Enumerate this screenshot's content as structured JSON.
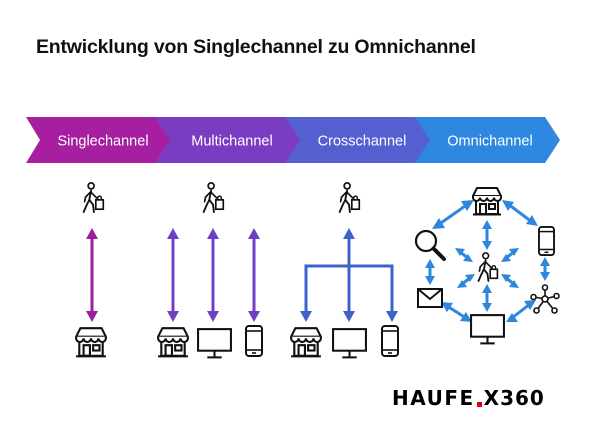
{
  "title": "Entwicklung von Singlechannel zu Omnichannel",
  "stages": [
    {
      "label": "Singlechannel",
      "color": "#a51fa0"
    },
    {
      "label": "Multichannel",
      "color": "#7a3cc0"
    },
    {
      "label": "Crosschannel",
      "color": "#5560d0"
    },
    {
      "label": "Omnichannel",
      "color": "#2e88e2"
    }
  ],
  "arrow_colors": {
    "single": "#9b1fa0",
    "multi": "#6f3fc4",
    "cross": "#3d63c9",
    "omni": "#2f86df"
  },
  "icons": {
    "shopper": "shopper-icon",
    "store": "store-icon",
    "computer": "monitor-icon",
    "mobile": "smartphone-icon",
    "search": "magnifier-icon",
    "mail": "envelope-icon",
    "social": "network-icon"
  },
  "logo": {
    "brand": "HAUFE",
    "suffix": "X360"
  }
}
